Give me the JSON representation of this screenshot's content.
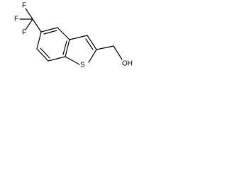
{
  "structure": {
    "atoms": {
      "f_top": "F",
      "f_left": "F",
      "f_bottom": "F",
      "sulfur": "S",
      "hydroxyl": "OH"
    }
  },
  "colors": {
    "bond": "#000000",
    "label": "#000000",
    "background": "#ffffff"
  }
}
